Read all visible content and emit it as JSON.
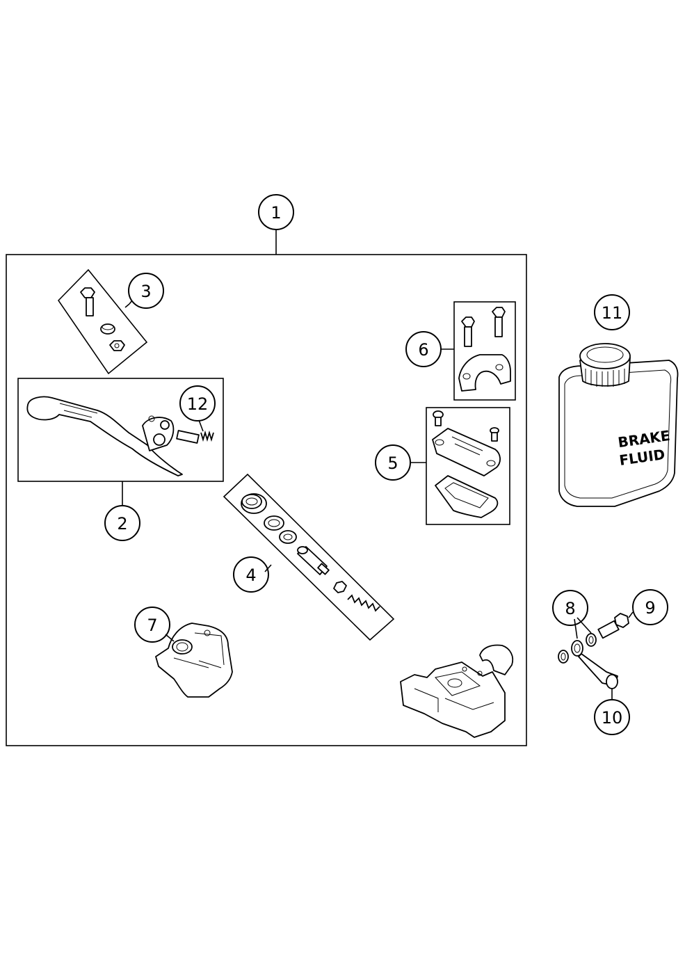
{
  "callouts": {
    "c1": "1",
    "c2": "2",
    "c3": "3",
    "c4": "4",
    "c5": "5",
    "c6": "6",
    "c7": "7",
    "c8": "8",
    "c9": "9",
    "c10": "10",
    "c11": "11",
    "c12": "12"
  },
  "bottle_label": {
    "line1": "BRAKE",
    "line2": "FLUID"
  },
  "icons": [
    "screw-icon",
    "nut-icon",
    "bushing-icon",
    "lever-icon",
    "piston-icon",
    "spring-icon",
    "seal-icon",
    "reservoir-cover-icon",
    "clamp-icon",
    "master-cylinder-icon",
    "banjo-bolt-icon",
    "washer-icon",
    "fluid-bottle-icon"
  ]
}
